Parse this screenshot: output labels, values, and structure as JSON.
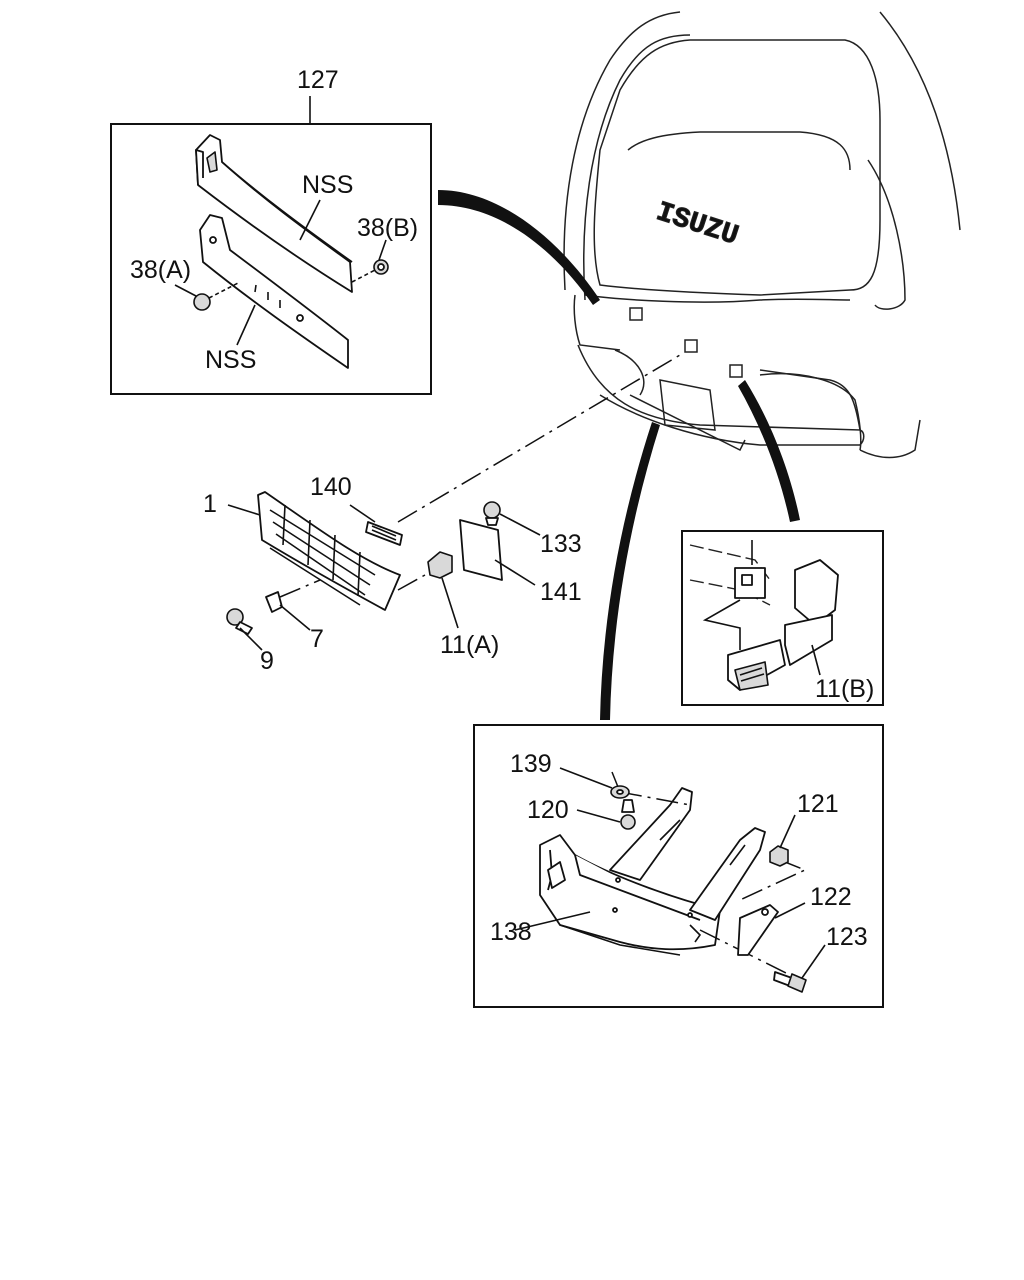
{
  "diagram": {
    "brand_mark": "ISUZU",
    "callouts": {
      "c127": "127",
      "nss_upper": "NSS",
      "c38b": "38(B)",
      "c38a": "38(A)",
      "nss_lower": "NSS",
      "c140": "140",
      "c1": "1",
      "c133": "133",
      "c141": "141",
      "c7": "7",
      "c9": "9",
      "c11a": "11(A)",
      "c11b": "11(B)",
      "c139": "139",
      "c120": "120",
      "c121": "121",
      "c122": "122",
      "c138": "138",
      "c123": "123"
    }
  }
}
